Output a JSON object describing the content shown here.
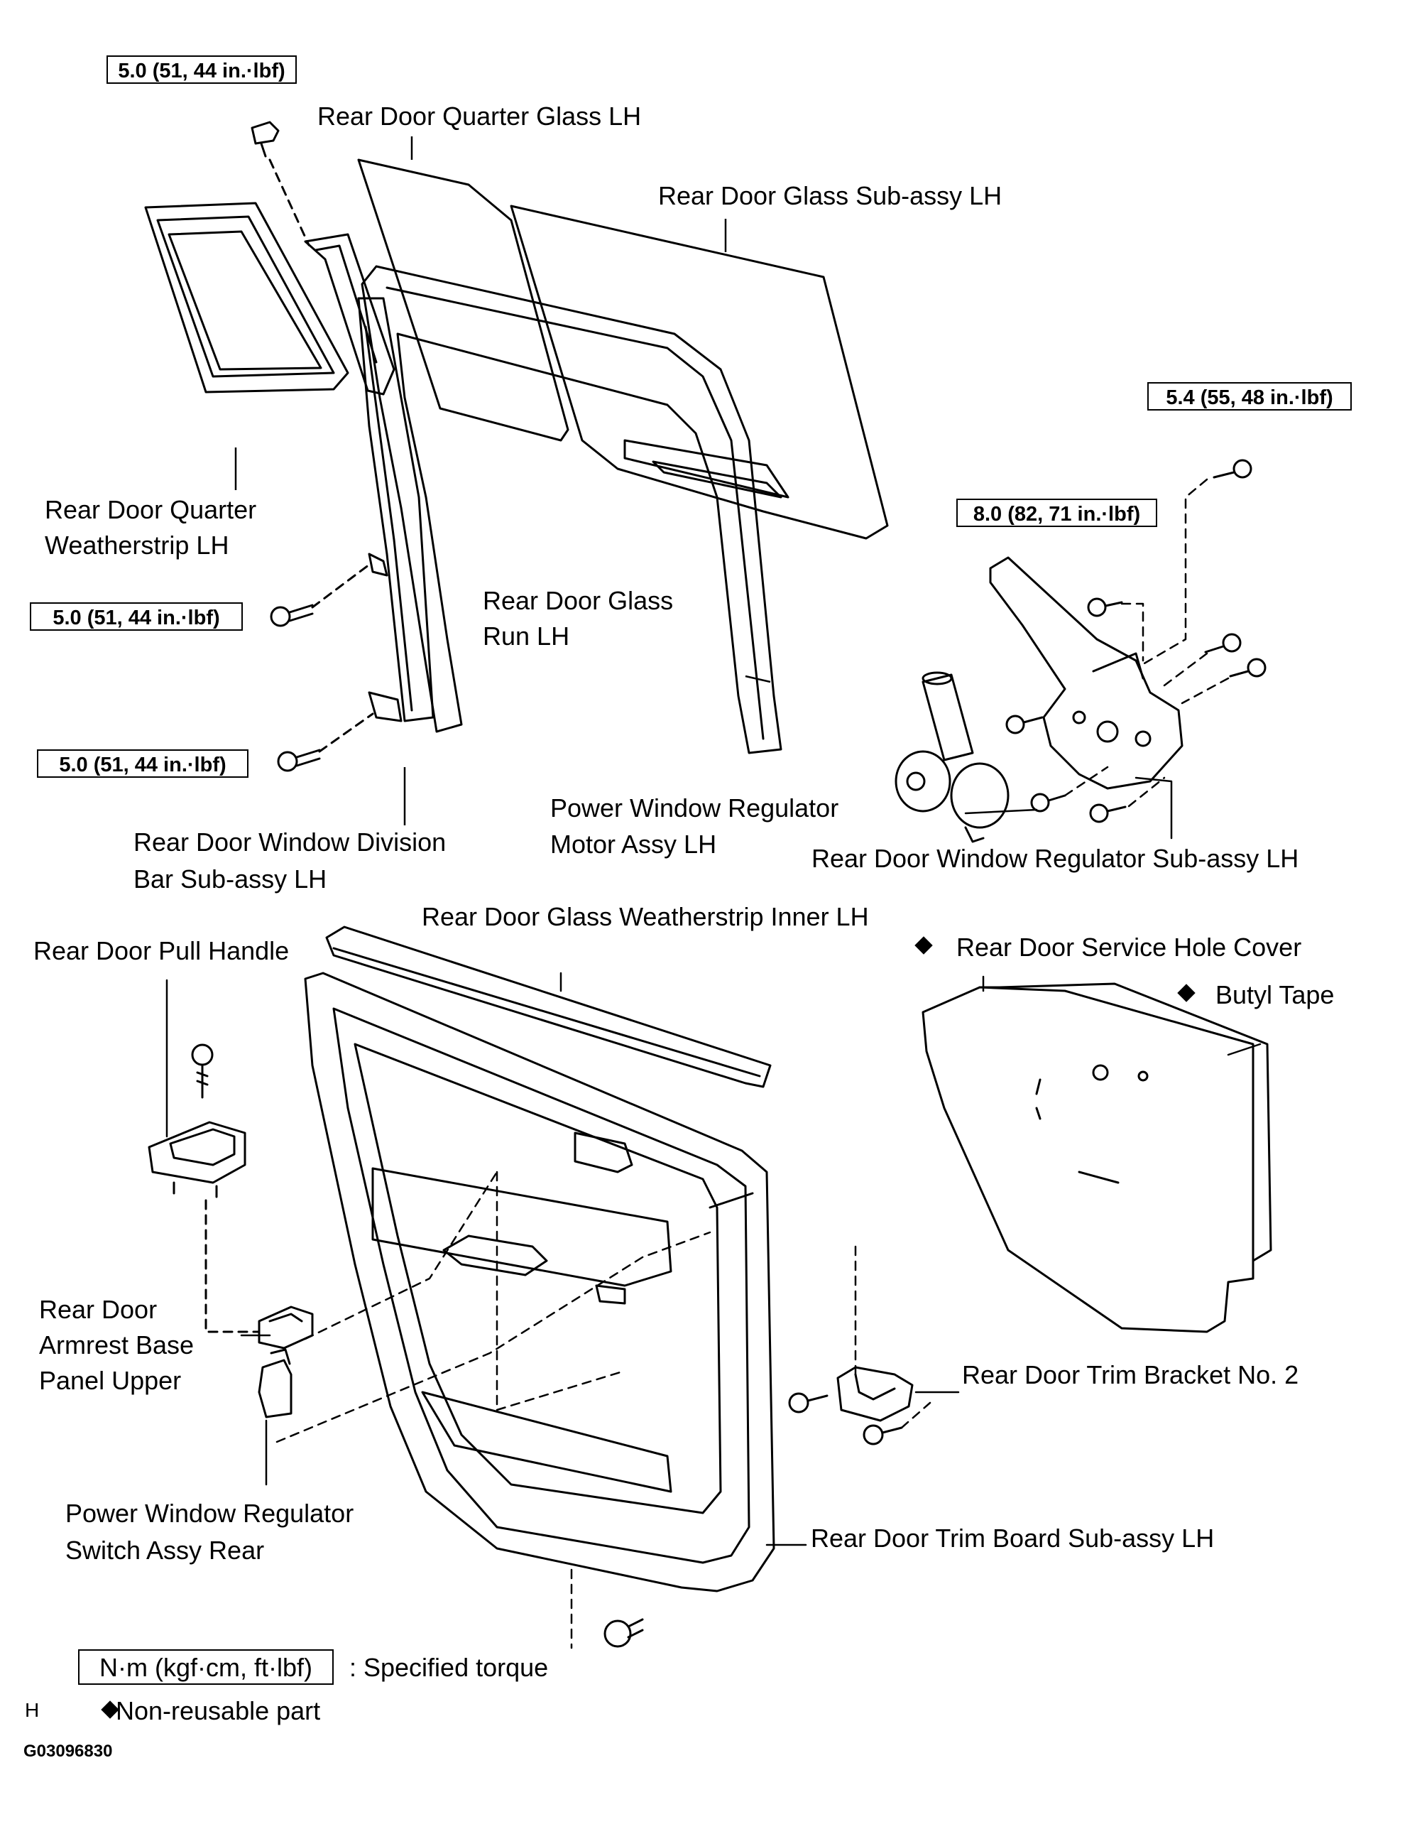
{
  "torque_labels": {
    "top_screw": "5.0 (51, 44 in.·lbf)",
    "regulator_top": "5.4 (55, 48 in.·lbf)",
    "regulator_mid": "8.0 (82, 71 in.·lbf)",
    "division_bar_upper": "5.0 (51, 44 in.·lbf)",
    "division_bar_lower": "5.0 (51, 44 in.·lbf)"
  },
  "parts": {
    "quarter_glass": "Rear Door Quarter Glass LH",
    "glass_sub_assy": "Rear Door Glass Sub-assy LH",
    "quarter_weatherstrip_1": "Rear Door Quarter",
    "quarter_weatherstrip_2": "Weatherstrip LH",
    "glass_run_1": "Rear Door Glass",
    "glass_run_2": "Run LH",
    "division_bar_1": "Rear Door Window Division",
    "division_bar_2": "Bar Sub-assy LH",
    "regulator_motor_1": "Power Window Regulator",
    "regulator_motor_2": "Motor Assy LH",
    "regulator_sub_assy": "Rear Door Window Regulator Sub-assy LH",
    "weatherstrip_inner": "Rear Door Glass Weatherstrip Inner LH",
    "pull_handle": "Rear Door Pull Handle",
    "service_hole_cover": "Rear Door Service Hole Cover",
    "butyl_tape": "Butyl Tape",
    "armrest_panel_1": "Rear Door",
    "armrest_panel_2": "Armrest Base",
    "armrest_panel_3": "Panel Upper",
    "trim_bracket": "Rear Door Trim Bracket No. 2",
    "switch_assy_1": "Power Window Regulator",
    "switch_assy_2": "Switch Assy Rear",
    "trim_board": "Rear Door Trim Board Sub-assy LH"
  },
  "legend": {
    "torque_unit": "N·m (kgf·cm, ft·lbf)",
    "torque_desc": ": Specified torque",
    "nonreusable_desc": "Non-reusable part",
    "corner_mark": "H",
    "figure_id": "G03096830"
  }
}
